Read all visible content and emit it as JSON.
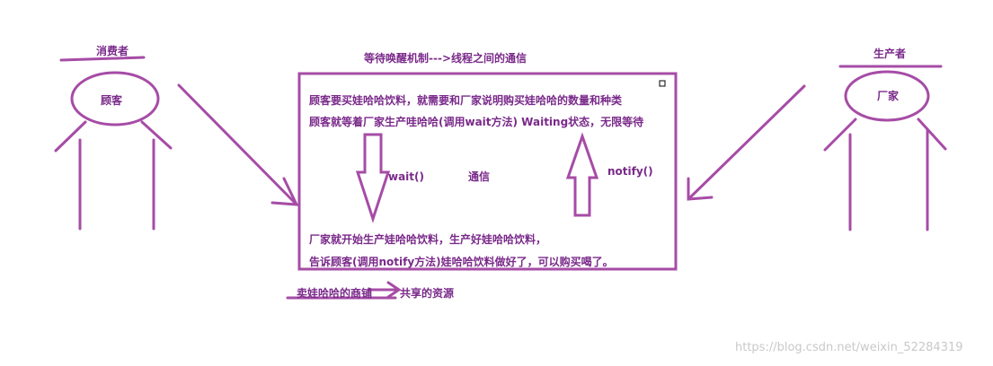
{
  "consumer": {
    "role_label": "消费者",
    "name": "顾客"
  },
  "producer": {
    "role_label": "生产者",
    "name": "厂家"
  },
  "title": "等待唤醒机制--->线程之间的通信",
  "box": {
    "line1": "顾客要买娃哈哈饮料，就需要和厂家说明购买娃哈哈的数量和种类",
    "line2": "顾客就等着厂家生产哇哈哈(调用wait方法) Waiting状态，无限等待",
    "wait_label": "wait()",
    "comm_label": "通信",
    "notify_label": "notify()",
    "line3": "厂家就开始生产娃哈哈饮料，生产好娃哈哈饮料，",
    "line4": "告诉顾客(调用notify方法)娃哈哈饮料做好了，可以购买喝了。"
  },
  "shop": {
    "label": "卖娃哈哈的商铺",
    "shared_label": "共享的资源"
  },
  "watermark": "https://blog.csdn.net/weixin_52284319",
  "colors": {
    "stroke": "#a64ca6",
    "text": "#7a2a8a"
  }
}
